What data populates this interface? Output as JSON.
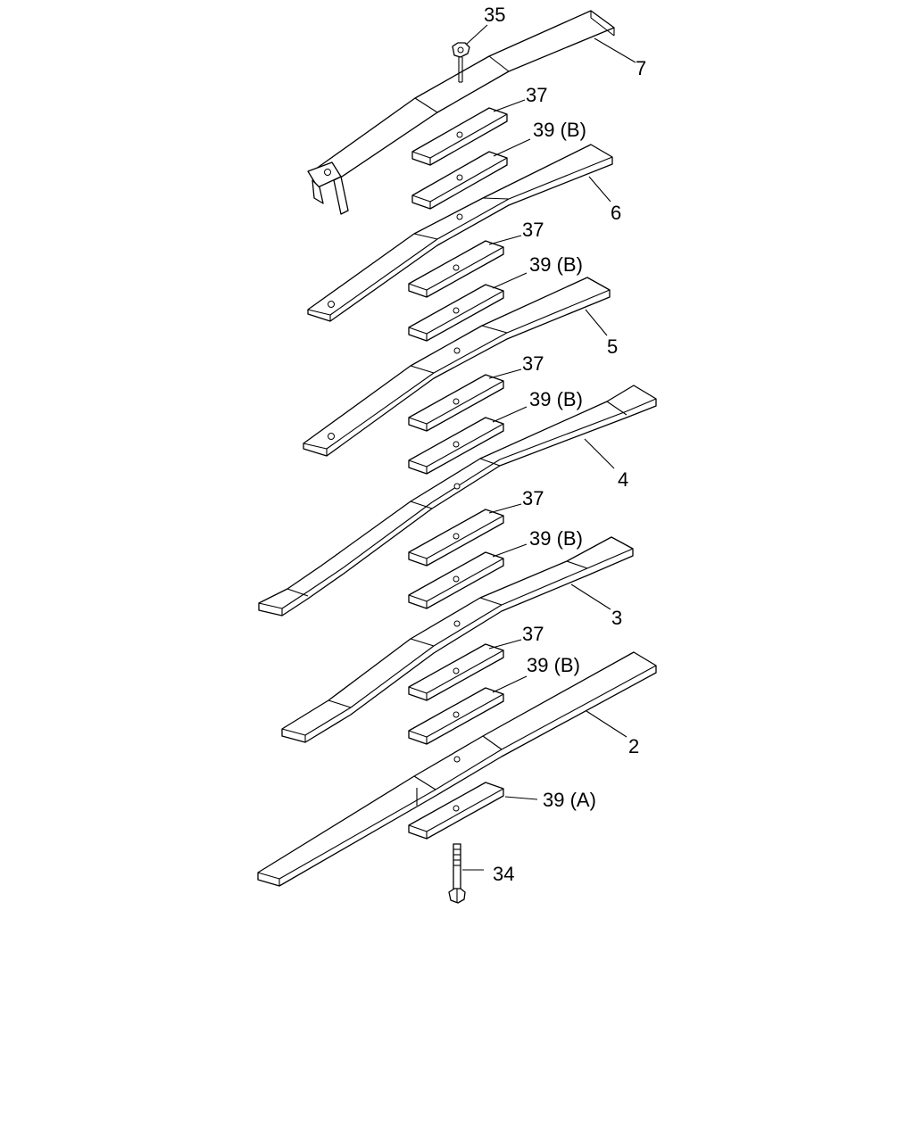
{
  "labels": {
    "p35": "35",
    "p7": "7",
    "p37_a": "37",
    "p39b_a": "39 (B)",
    "p6": "6",
    "p37_b": "37",
    "p39b_b": "39 (B)",
    "p5": "5",
    "p37_c": "37",
    "p39b_c": "39 (B)",
    "p4": "4",
    "p37_d": "37",
    "p39b_d": "39 (B)",
    "p3": "3",
    "p37_e": "37",
    "p39b_e": "39 (B)",
    "p2": "2",
    "p39a": "39 (A)",
    "p34": "34"
  }
}
